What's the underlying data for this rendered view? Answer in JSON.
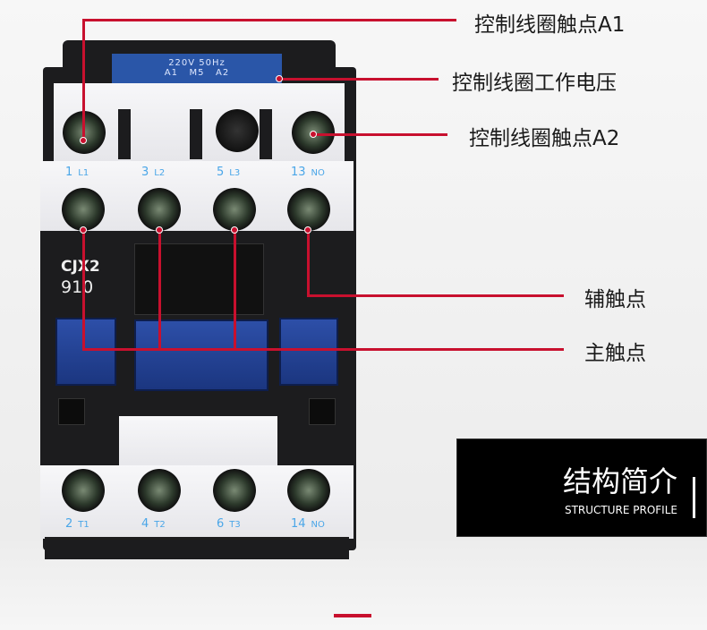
{
  "device": {
    "rating": "220V 50Hz",
    "coil_terminals": "A1   M5   A2",
    "model": "CJX2",
    "model_number": "910",
    "top_labels": [
      {
        "num": "1",
        "tag": "L1"
      },
      {
        "num": "3",
        "tag": "L2"
      },
      {
        "num": "5",
        "tag": "L3"
      },
      {
        "num": "13",
        "tag": "NO"
      }
    ],
    "bottom_labels": [
      {
        "num": "2",
        "tag": "T1"
      },
      {
        "num": "4",
        "tag": "T2"
      },
      {
        "num": "6",
        "tag": "T3"
      },
      {
        "num": "14",
        "tag": "NO"
      }
    ]
  },
  "callouts": {
    "coil_a1": "控制线圈触点A1",
    "coil_voltage": "控制线圈工作电压",
    "coil_a2": "控制线圈触点A2",
    "aux_contact": "辅触点",
    "main_contact": "主触点"
  },
  "section": {
    "title": "结构简介",
    "subtitle": "STRUCTURE PROFILE"
  },
  "colors": {
    "accent": "#c8102e",
    "label_blue": "#2a56a8"
  }
}
